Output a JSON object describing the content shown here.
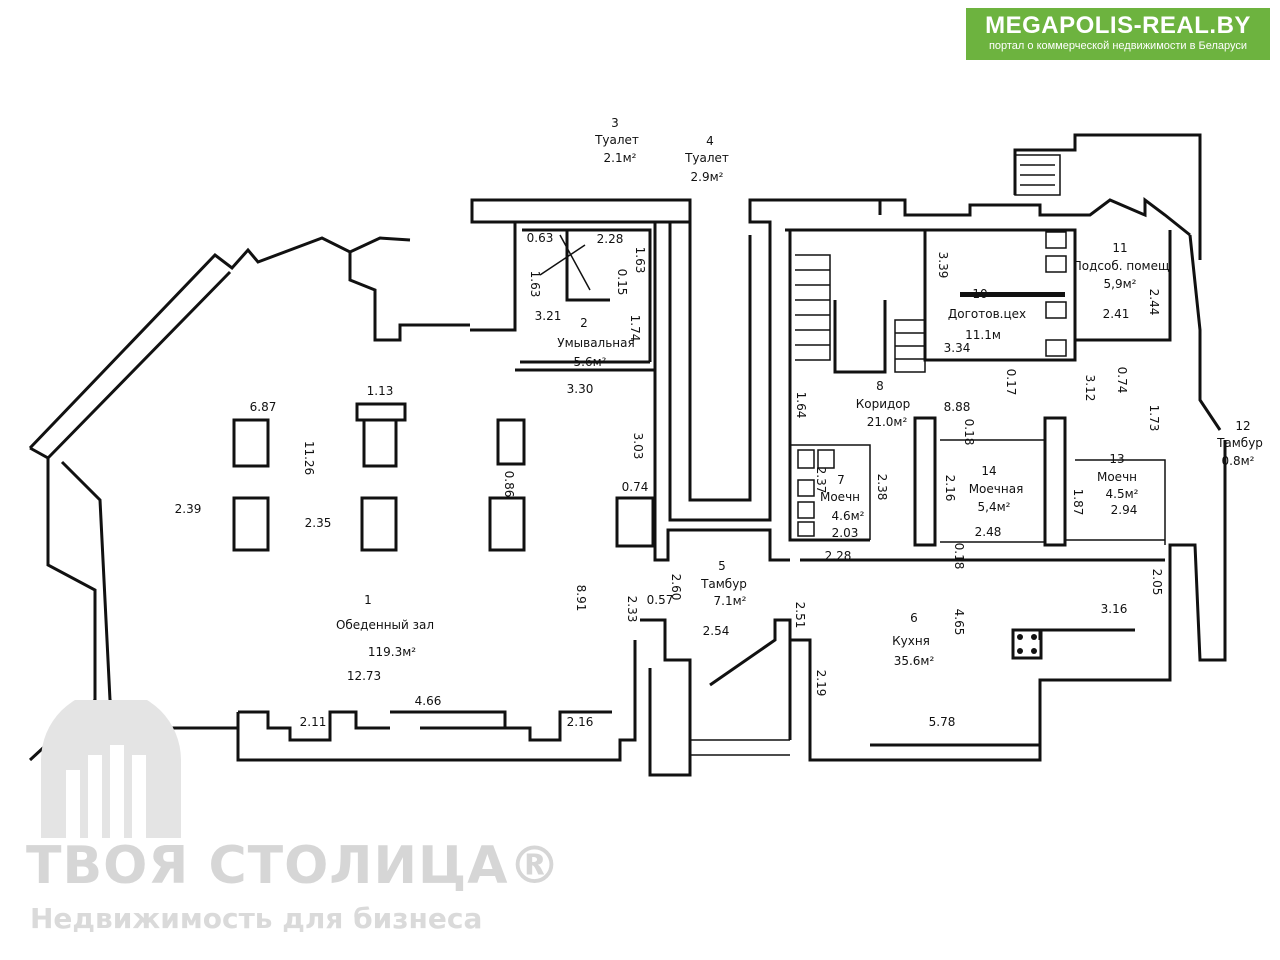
{
  "banner": {
    "title": "MEGAPOLIS-REAL.BY",
    "subtitle": "портал о коммерческой недвижимости в Беларуси",
    "color": "#6db33f"
  },
  "watermark": {
    "name": "ТВОЯ СТОЛИЦА®",
    "tagline": "Недвижимость для бизнеса"
  },
  "rooms": [
    {
      "id": "1",
      "name": "Обеденный зал",
      "area": "119.3м²"
    },
    {
      "id": "2",
      "name": "Умывальная",
      "area": "5.6м²"
    },
    {
      "id": "3",
      "name": "Туалет",
      "area": "2.1м²"
    },
    {
      "id": "4",
      "name": "Туалет",
      "area": "2.9м²"
    },
    {
      "id": "5",
      "name": "Тамбур",
      "area": "7.1м²"
    },
    {
      "id": "6",
      "name": "Кухня",
      "area": "35.6м²"
    },
    {
      "id": "7",
      "name": "Моечн",
      "area": "4.6м²"
    },
    {
      "id": "8",
      "name": "Коридор",
      "area": "21.0м²"
    },
    {
      "id": "10",
      "name": "Доготов.цех",
      "area": "11.1м"
    },
    {
      "id": "11",
      "name": "Подсоб. помещ",
      "area": "5,9м²"
    },
    {
      "id": "12",
      "name": "Тамбур",
      "area": "0.8м²"
    },
    {
      "id": "13",
      "name": "Моечн",
      "area": "4.5м²"
    },
    {
      "id": "14",
      "name": "Моечная",
      "area": "5,4м²"
    }
  ],
  "dimensions": [
    "6.87",
    "1.13",
    "11.26",
    "2.39",
    "2.35",
    "0.86",
    "3.30",
    "3.03",
    "0.74",
    "8.91",
    "2.33",
    "0.57",
    "2.60",
    "12.73",
    "4.66",
    "2.11",
    "2.16",
    "2.54",
    "2.51",
    "2.19",
    "5.78",
    "4.65",
    "3.16",
    "2.05",
    "0.63",
    "2.28",
    "1.63",
    "0.15",
    "1.63",
    "3.21",
    "1.74",
    "3.39",
    "3.34",
    "0.17",
    "2.41",
    "2.44",
    "0.74",
    "3.12",
    "1.73",
    "8.88",
    "0.18",
    "2.16",
    "2.48",
    "0.18",
    "1.64",
    "2.37",
    "2.38",
    "2.03",
    "2.28",
    "1.87",
    "2.94"
  ]
}
